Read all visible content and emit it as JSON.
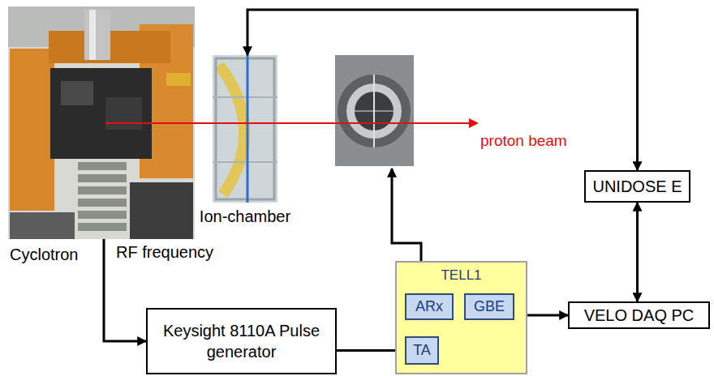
{
  "diagram": {
    "nodes": [
      {
        "text": [
          "Cyclotron"
        ]
      },
      {
        "text": [
          "Ion-chamber"
        ]
      },
      {
        "text": [
          "UNIDOSE E"
        ]
      },
      {
        "text": [
          "TELL1"
        ]
      },
      {
        "text": [
          "ARx"
        ],
        "in": 3
      },
      {
        "text": [
          "GBE"
        ],
        "in": 3
      },
      {
        "text": [
          "TA"
        ],
        "in": 3
      },
      {
        "text": [
          "VELO DAQ PC"
        ]
      },
      {
        "text": [
          "Keysight 8110A Pulse generator"
        ]
      }
    ],
    "edges": [
      {
        "from": 0,
        "to": 8,
        "arrow": "to",
        "label": "RF frequency"
      },
      {
        "from": 8,
        "to": 6,
        "arrow": "to"
      },
      {
        "from": 5,
        "to": 7,
        "arrow": "to"
      },
      {
        "from": 2,
        "to": 7,
        "arrow": "both"
      },
      {
        "from": 1,
        "to": 2,
        "arrow": "both"
      }
    ],
    "labels": [
      "proton beam"
    ]
  }
}
